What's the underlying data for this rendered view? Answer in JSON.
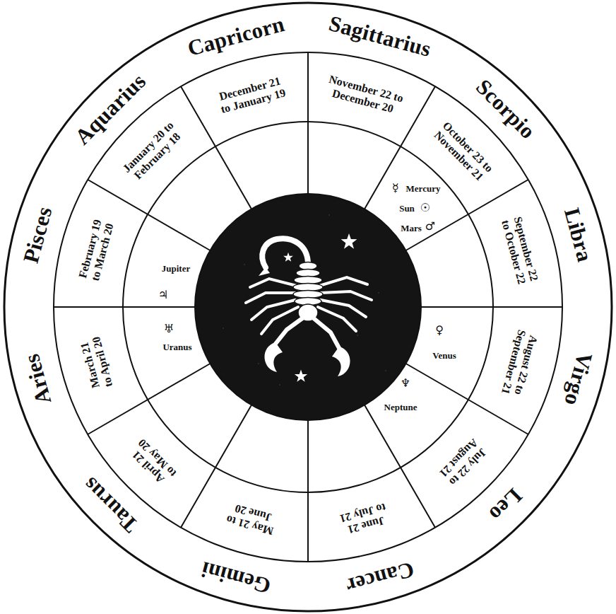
{
  "diagram": {
    "labels": [
      "Capricorn",
      "Sagittarius",
      "Scorpio",
      "Libra",
      "Virgo",
      "Leo",
      "Cancer",
      "Gemini",
      "Taurus",
      "Aries",
      "Pisces",
      "Aquarius",
      "December 21 to January 19",
      "November 22 to December 20",
      "October 23 to November 21",
      "September 22 to October 22",
      "August 22 to September 21",
      "July 22 to August 21",
      "June 21 to July 21",
      "May 21 to June 20",
      "April 21 to May 20",
      "March 21 to April 20",
      "February 19 to March 20",
      "January 20 to February 18",
      "Mercury",
      "☿",
      "Sun",
      "☉",
      "Mars",
      "♂",
      "Jupiter",
      "♃",
      "Uranus",
      "♅",
      "Venus",
      "♀",
      "Neptune",
      "♆"
    ]
  }
}
